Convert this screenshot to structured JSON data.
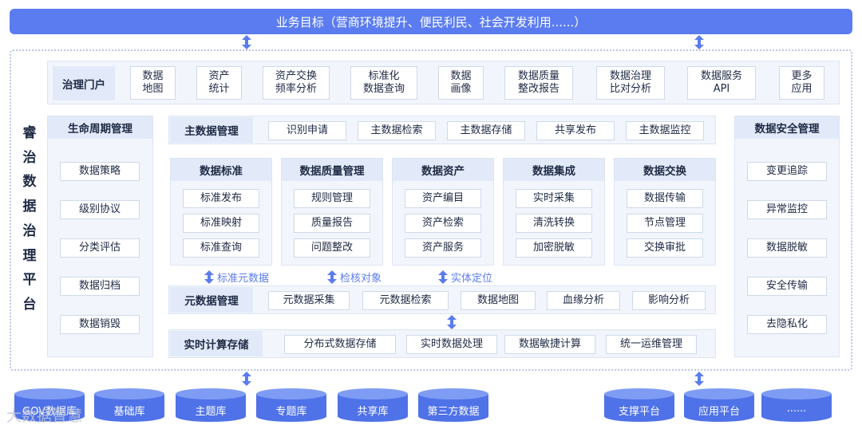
{
  "goal": "业务目标（营商环境提升、便民利民、社会开发利用......）",
  "platform_title": [
    "睿",
    "治",
    "数",
    "据",
    "治",
    "理",
    "平",
    "台"
  ],
  "portal": {
    "title": "治理门户",
    "items": [
      "数据\n地图",
      "资产\n统计",
      "资产交换\n频率分析",
      "标准化\n数据查询",
      "数据\n画像",
      "数据质量\n整改报告",
      "数据治理\n比对分析",
      "数据服务\nAPI",
      "更多\n应用"
    ]
  },
  "lifecycle": {
    "title": "生命周期管理",
    "items": [
      "数据策略",
      "级别协议",
      "分类评估",
      "数据归档",
      "数据销毁"
    ]
  },
  "security": {
    "title": "数据安全管理",
    "items": [
      "变更追踪",
      "异常监控",
      "数据脱敏",
      "安全传输",
      "去隐私化"
    ]
  },
  "master": {
    "title": "主数据管理",
    "items": [
      "识别申请",
      "主数据检索",
      "主数据存储",
      "共享发布",
      "主数据监控"
    ]
  },
  "modules": [
    {
      "title": "数据标准",
      "items": [
        "标准发布",
        "标准映射",
        "标准查询"
      ]
    },
    {
      "title": "数据质量管理",
      "items": [
        "规则管理",
        "质量报告",
        "问题整改"
      ]
    },
    {
      "title": "数据资产",
      "items": [
        "资产编目",
        "资产检索",
        "资产服务"
      ]
    },
    {
      "title": "数据集成",
      "items": [
        "实时采集",
        "清洗转换",
        "加密脱敏"
      ]
    },
    {
      "title": "数据交换",
      "items": [
        "数据传输",
        "节点管理",
        "交换审批"
      ]
    }
  ],
  "links": [
    "标准元数据",
    "检核对象",
    "实体定位"
  ],
  "metadata": {
    "title": "元数据管理",
    "items": [
      "元数据采集",
      "元数据检索",
      "数据地图",
      "血缘分析",
      "影响分析"
    ]
  },
  "compute": {
    "title": "实时计算存储",
    "items": [
      "分布式数据存储",
      "实时数据处理",
      "数据敏捷计算",
      "统一运维管理"
    ]
  },
  "databases": [
    "GOV数据库",
    "基础库",
    "主题库",
    "专题库",
    "共享库",
    "第三方数据",
    "支撑平台",
    "应用平台",
    "......"
  ],
  "watermark": "大数据智慧",
  "colors": {
    "accent": "#5b7cf0",
    "panel": "#f2f6fc",
    "header": "#e2eafa"
  }
}
